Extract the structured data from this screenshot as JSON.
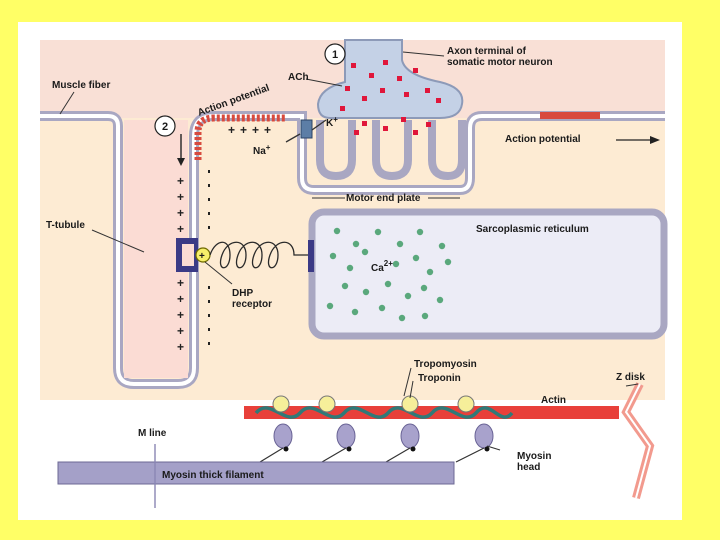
{
  "labels": {
    "muscle_fiber": "Muscle fiber",
    "ach": "ACh",
    "axon_terminal_line1": "Axon terminal of",
    "axon_terminal_line2": "somatic motor neuron",
    "action_potential_curved": "Action potential",
    "action_potential_right": "Action potential",
    "k_ion": "K",
    "k_charge": "+",
    "na_ion": "Na",
    "na_charge": "+",
    "motor_end_plate": "Motor end plate",
    "t_tubule": "T-tubule",
    "sarcoplasmic_reticulum": "Sarcoplasmic reticulum",
    "ca_ion": "Ca",
    "ca_charge": "2+",
    "dhp_receptor_line1": "DHP",
    "dhp_receptor_line2": "receptor",
    "tropomyosin": "Tropomyosin",
    "troponin": "Troponin",
    "z_disk": "Z disk",
    "actin": "Actin",
    "m_line": "M line",
    "myosin_thick_filament": "Myosin thick filament",
    "myosin_head_line1": "Myosin",
    "myosin_head_line2": "head"
  },
  "steps": [
    "1",
    "2"
  ],
  "membrane_signs": {
    "plus": "+",
    "minus": "-"
  },
  "colors": {
    "page_border": "#ffff66",
    "cytoplasm": "#fdebd3",
    "extracellular": "#f9e0d6",
    "t_tubule_lumen": "#fbdcd4",
    "membrane": "#a9a7c2",
    "axon_terminal": "#c4d1e6",
    "ach_vesicles": "#e0163a",
    "action_potential_band": "#d84a3e",
    "sarcoplasmic_reticulum": "#ececf6",
    "calcium": "#5aa87c",
    "actin": "#e8403a",
    "tropomyosin": "#2f7a78",
    "troponin": "#f6ef9a",
    "myosin_head": "#a8a2cc",
    "thick_filament": "#a4a0c8",
    "z_disk": "#f29a8e",
    "dhp_receptor": "#3b3a86"
  }
}
